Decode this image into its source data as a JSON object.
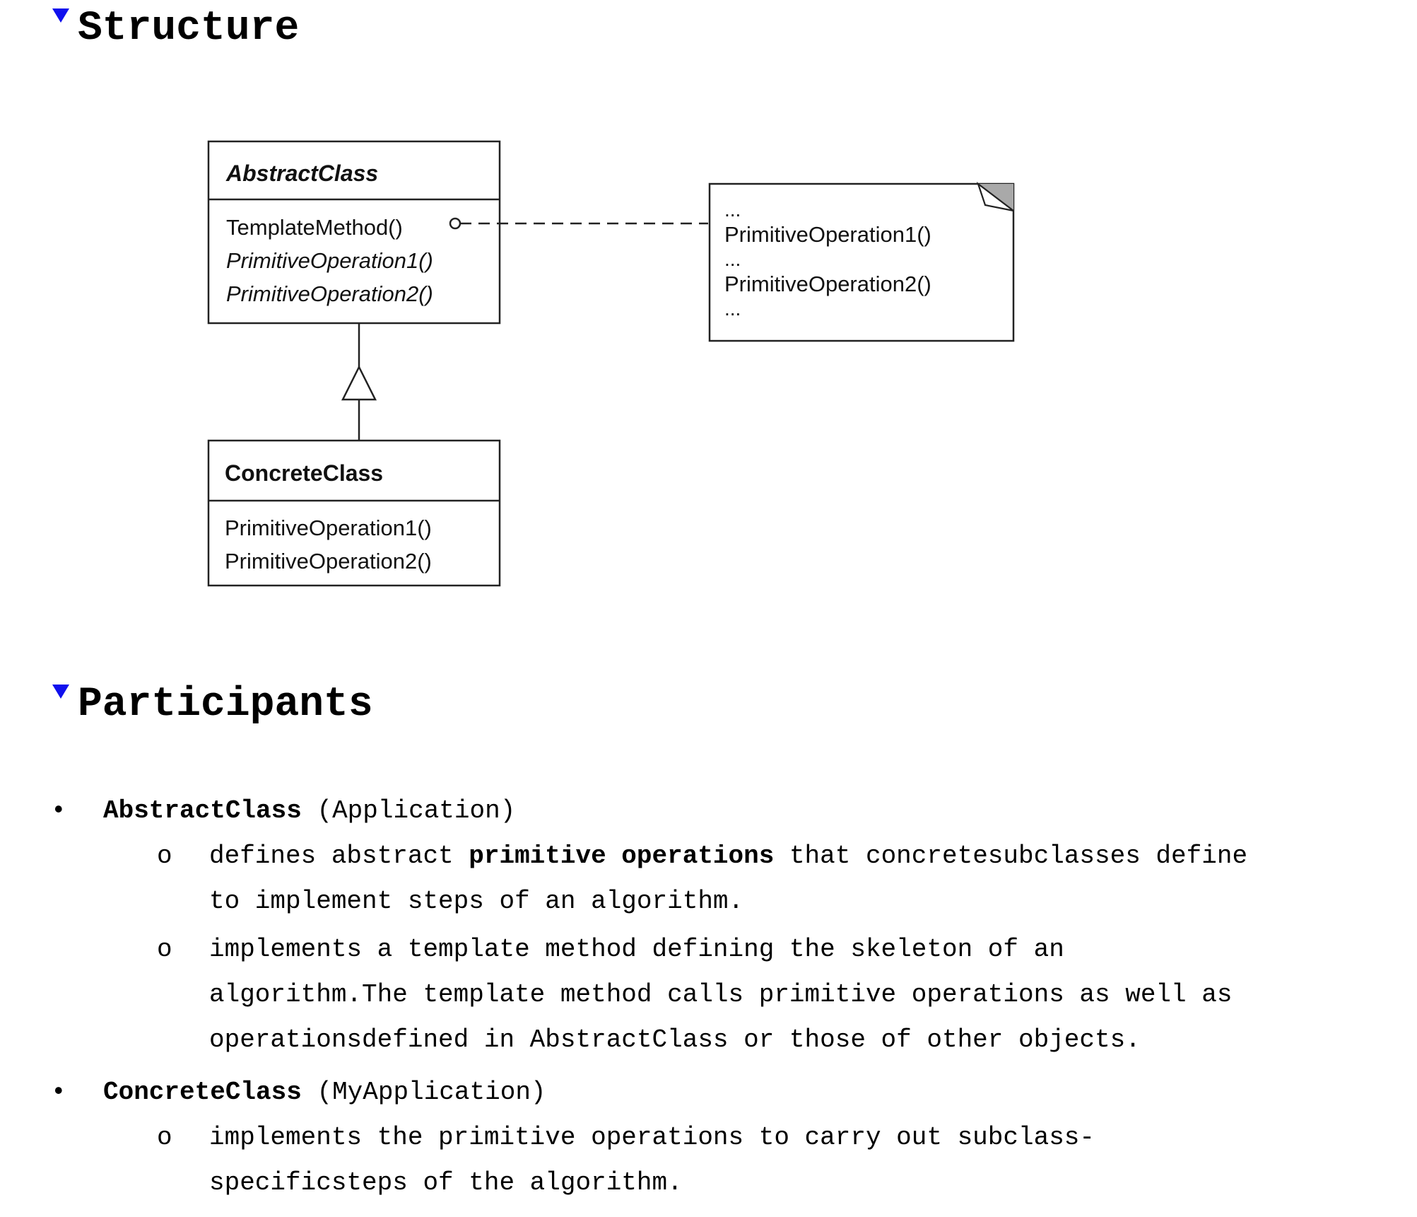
{
  "sections": {
    "structure": {
      "title": "Structure"
    },
    "participants": {
      "title": "Participants"
    }
  },
  "diagram": {
    "abstract_class": {
      "name": "AbstractClass",
      "operations": [
        "TemplateMethod()",
        "PrimitiveOperation1()",
        "PrimitiveOperation2()"
      ]
    },
    "concrete_class": {
      "name": "ConcreteClass",
      "operations": [
        "PrimitiveOperation1()",
        "PrimitiveOperation2()"
      ]
    },
    "note": {
      "lines": [
        "...",
        "PrimitiveOperation1()",
        "...",
        "PrimitiveOperation2()",
        "..."
      ]
    }
  },
  "participants": [
    {
      "name": "AbstractClass",
      "role": "(Application)",
      "points": [
        {
          "pre": "defines abstract ",
          "bold": "primitive operations",
          "post": " that concretesubclasses define to implement steps of an algorithm."
        },
        {
          "pre": "implements a template method defining the skeleton of an algorithm.The template method calls primitive operations as well as operationsdefined in AbstractClass or those of other objects.",
          "bold": "",
          "post": ""
        }
      ]
    },
    {
      "name": "ConcreteClass",
      "role": "(MyApplication)",
      "points": [
        {
          "pre": "implements the primitive operations to carry out subclass-specificsteps of the algorithm.",
          "bold": "",
          "post": ""
        }
      ]
    }
  ],
  "bullets": {
    "primary": "•",
    "secondary": "o"
  },
  "colors": {
    "toggle": "#1010ee",
    "note_corner": "#a9a9a9",
    "line": "#222222"
  }
}
